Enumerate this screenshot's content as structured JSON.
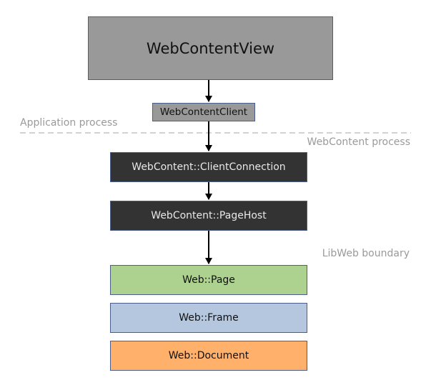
{
  "diagram": {
    "nodes": {
      "view": "WebContentView",
      "client": "WebContentClient",
      "connection": "WebContent::ClientConnection",
      "page_host": "WebContent::PageHost",
      "page": "Web::Page",
      "frame": "Web::Frame",
      "document": "Web::Document"
    },
    "boundary_labels": {
      "application_process": "Application process",
      "webcontent_process": "WebContent process",
      "libweb_boundary": "LibWeb boundary"
    },
    "edges": [
      {
        "from": "view",
        "to": "client"
      },
      {
        "from": "client",
        "to": "connection"
      },
      {
        "from": "connection",
        "to": "page_host"
      },
      {
        "from": "page_host",
        "to": "page"
      }
    ],
    "colors": {
      "app_box": "#999999",
      "ipc_box": "#333333",
      "page_box": "#add28f",
      "frame_box": "#b5c7de",
      "document_box": "#ffb06a",
      "border": "#4a5e8c",
      "label": "#9a9a9a"
    }
  }
}
